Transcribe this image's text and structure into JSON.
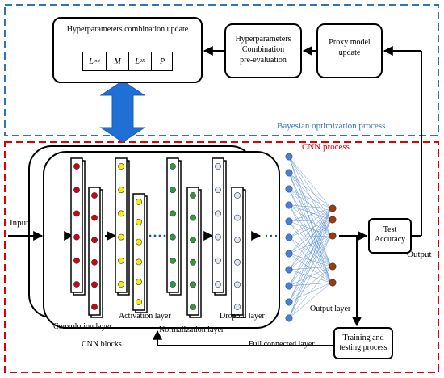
{
  "diagram": {
    "bayes_region": {
      "label": "Bayesian optimization process",
      "border_color": "#2e75b6",
      "hp_update": {
        "title": "Hyperparameters combination update",
        "params": [
          "L_init",
          "M",
          "L_2R",
          "P"
        ],
        "params_display": [
          {
            "base": "L",
            "sub": "init"
          },
          {
            "base": "M",
            "sub": ""
          },
          {
            "base": "L",
            "sub": "2R"
          },
          {
            "base": "P",
            "sub": ""
          }
        ]
      },
      "pre_eval": {
        "line1": "Hyperparameters",
        "line2": "Combination",
        "line3": "pre-evaluation"
      },
      "proxy": {
        "line1": "Proxy model",
        "line2": "update"
      }
    },
    "cnn_region": {
      "label": "CNN process",
      "border_color": "#e00000",
      "input_label": "Input",
      "output_label": "Output",
      "test_accuracy": {
        "line1": "Test",
        "line2": "Accuracy"
      },
      "training": {
        "line1": "Training and",
        "line2": "testing process"
      },
      "layers": {
        "convolution": "Convolution layer",
        "activation": "Activation layer",
        "normalization": "Normalization layer",
        "dropout": "Dropout layer",
        "cnn_blocks": "CNN blocks",
        "full_connected": "Full connected layer",
        "output_layer": "Output layer"
      }
    },
    "colors": {
      "conv": "#d20010",
      "activation": "#f5f000",
      "normalization": "#2f9a3a",
      "dropout": "#dfe9f6",
      "fc_node": "#4a7fd6",
      "output_node": "#9a3d12",
      "arrow_blue": "#1f6fd4",
      "fc_line": "#5b8fd9"
    }
  }
}
